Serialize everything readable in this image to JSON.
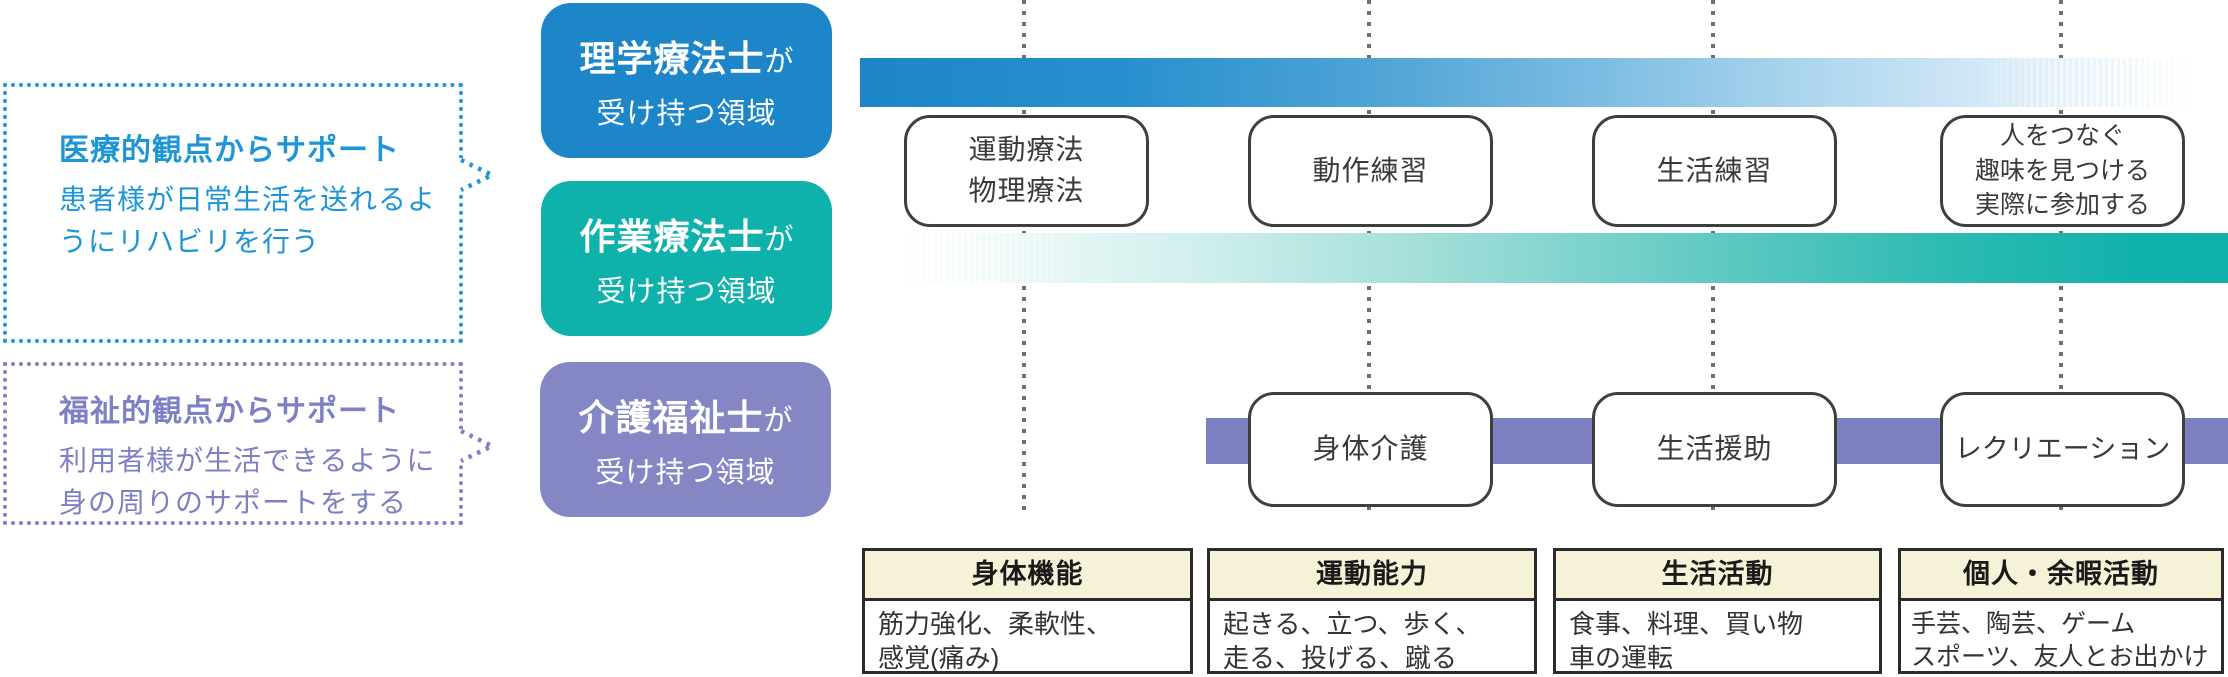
{
  "colors": {
    "medical_blue": "#1e95d4",
    "welfare_purple": "#7d81c4",
    "pt_box_blue": "#1d86c8",
    "ot_box_teal": "#0fb1ab",
    "cw_box_purple": "#8487c4",
    "care_bar_purple": "#7c7fc0",
    "table_header_cream": "#f6f2d8",
    "box_border_gray": "#3f3f3f"
  },
  "bubbles": [
    {
      "title": "医療的観点からサポート",
      "body_lines": [
        "患者様が日常生活を送れるよ",
        "うにリハビリを行う"
      ]
    },
    {
      "title": "福祉的観点からサポート",
      "body_lines": [
        "利用者様が生活できるように",
        "身の周りのサポートをする"
      ]
    }
  ],
  "role_boxes": [
    {
      "name": "理学療法士",
      "suffix": "が",
      "line2": "受け持つ領域"
    },
    {
      "name": "作業療法士",
      "suffix": "が",
      "line2": "受け持つ領域"
    },
    {
      "name": "介護福祉士",
      "suffix": "が",
      "line2": "受け持つ領域"
    }
  ],
  "pt_ot_boxes": [
    {
      "lines": [
        "運動療法",
        "物理療法"
      ]
    },
    {
      "lines": [
        "動作練習"
      ]
    },
    {
      "lines": [
        "生活練習"
      ]
    },
    {
      "lines": [
        "人をつなぐ",
        "趣味を見つける",
        "実際に参加する"
      ]
    }
  ],
  "care_boxes": [
    {
      "lines": [
        "身体介護"
      ]
    },
    {
      "lines": [
        "生活援助"
      ]
    },
    {
      "lines": [
        "レクリエーション"
      ]
    }
  ],
  "table": {
    "columns": [
      {
        "header": "身体機能",
        "body_lines": [
          "筋力強化、柔軟性、",
          "感覚(痛み)"
        ]
      },
      {
        "header": "運動能力",
        "body_lines": [
          "起きる、立つ、歩く、",
          "走る、投げる、蹴る"
        ]
      },
      {
        "header": "生活活動",
        "body_lines": [
          "食事、料理、買い物",
          "車の運転"
        ]
      },
      {
        "header": "個人・余暇活動",
        "body_lines": [
          "手芸、陶芸、ゲーム",
          "スポーツ、友人とお出かけ"
        ]
      }
    ]
  }
}
